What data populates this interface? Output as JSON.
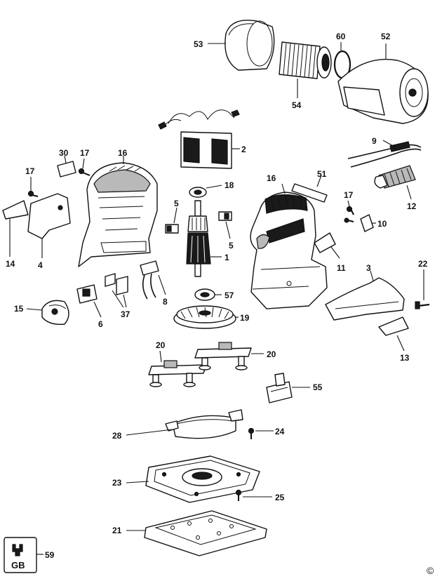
{
  "callouts": {
    "c53": "53",
    "c60": "60",
    "c52": "52",
    "c54": "54",
    "c2": "2",
    "c30": "30",
    "c17a": "17",
    "c16a": "16",
    "c17b": "17",
    "c14": "14",
    "c4": "4",
    "c18": "18",
    "c5a": "5",
    "c5b": "5",
    "c1": "1",
    "c57": "57",
    "c19": "19",
    "c16b": "16",
    "c51": "51",
    "c9": "9",
    "c12": "12",
    "c17c": "17",
    "c10": "10",
    "c11": "11",
    "c3": "3",
    "c22": "22",
    "c13": "13",
    "c15": "15",
    "c6": "6",
    "c37": "37",
    "c8": "8",
    "c20a": "20",
    "c20b": "20",
    "c55": "55",
    "c28": "28",
    "c24": "24",
    "c23": "23",
    "c25": "25",
    "c21": "21",
    "c59": "59"
  },
  "badge": {
    "code": "GB"
  },
  "copyright_symbol": "©"
}
